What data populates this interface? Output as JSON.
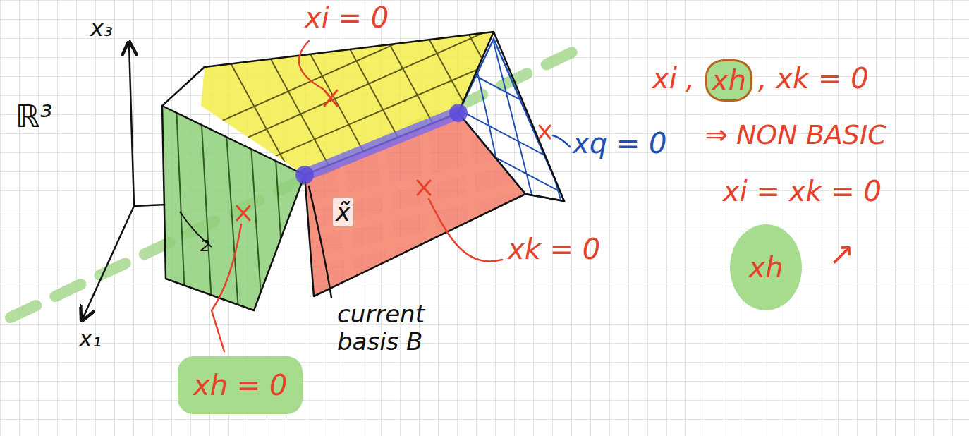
{
  "diagram": {
    "nodes": [
      {
        "text": [
          "xh = 0"
        ]
      },
      {
        "text": [
          "xh"
        ]
      },
      {
        "text": [
          "xh"
        ]
      }
    ],
    "labels": [
      "ℝ³",
      "x₃",
      "x₁",
      "xi = 0",
      "2",
      "x̃",
      "xq = 0",
      "xk = 0",
      "current basis B",
      "xi ,",
      ", xk = 0",
      "⇒ NON BASIC",
      "xi = xk = 0",
      "↗"
    ]
  }
}
